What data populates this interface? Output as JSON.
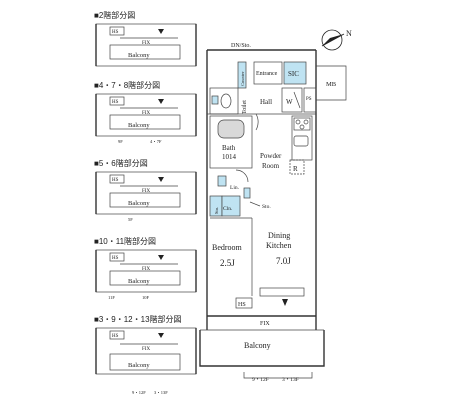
{
  "colors": {
    "accent_blue": "#bfe3f2",
    "gray": "#d9d9d9",
    "wall": "#333333"
  },
  "compass": {
    "icon": "north-arrow-icon",
    "label": "N"
  },
  "partials": [
    {
      "title": "■2階部分図",
      "hs": "HS",
      "fix": "FIX",
      "balcony": "Balcony"
    },
    {
      "title": "■4・7・8階部分図",
      "hs": "HS",
      "fix": "FIX",
      "balcony": "Balcony",
      "note_left": "9F",
      "note_right": "4・7F"
    },
    {
      "title": "■5・6階部分図",
      "hs": "HS",
      "fix": "FIX",
      "balcony": "Balcony",
      "note_left": "5F"
    },
    {
      "title": "■10・11階部分図",
      "hs": "HS",
      "fix": "FIX",
      "balcony": "Balcony",
      "note_left": "11F",
      "note_right": "10F"
    },
    {
      "title": "■3・9・12・13階部分図",
      "hs": "HS",
      "fix": "FIX",
      "balcony": "Balcony",
      "note_left": "9・12F",
      "note_right": "3・13F"
    }
  ],
  "plan": {
    "dn_sto": "DN/Sto.",
    "entrance": "Entrance",
    "sic": "SIC",
    "counter": "Counter",
    "mb": "MB",
    "toilet": "Toilet",
    "hall": "Hall",
    "w": "W",
    "ps": "PS",
    "bath_name": "Bath",
    "bath_size": "1014",
    "powder_name": "Powder",
    "powder_room": "Room",
    "r": "R",
    "lin": "Lin.",
    "sto_small": "Sto.",
    "cln": "Cln.",
    "sto_side": "Sto.",
    "bedroom_name": "Bedroom",
    "bedroom_size": "2.5J",
    "dk_name1": "Dining",
    "dk_name2": "Kitchen",
    "dk_size": "7.0J",
    "hs": "HS",
    "fix": "FIX",
    "balcony": "Balcony",
    "floor_note_left": "9・12F",
    "floor_note_right": "3・13F"
  }
}
